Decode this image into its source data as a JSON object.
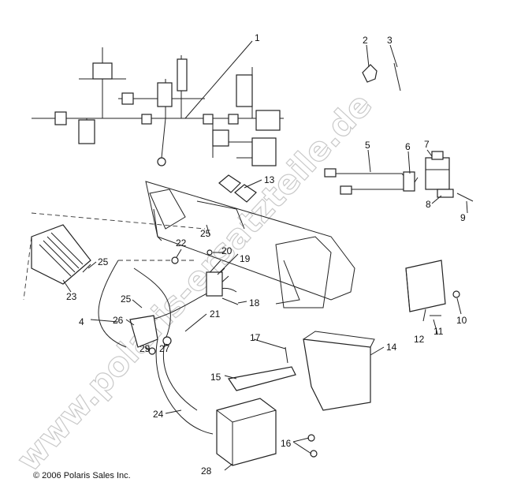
{
  "copyright": "© 2006 Polaris Sales Inc.",
  "watermark": "www.polaris-ersatzteile.de",
  "callouts": [
    "1",
    "2",
    "3",
    "4",
    "5",
    "6",
    "7",
    "8",
    "9",
    "10",
    "11",
    "12",
    "13",
    "14",
    "15",
    "16",
    "17",
    "18",
    "19",
    "20",
    "21",
    "22",
    "23",
    "24",
    "25",
    "25",
    "25",
    "26",
    "27",
    "28",
    "29"
  ]
}
